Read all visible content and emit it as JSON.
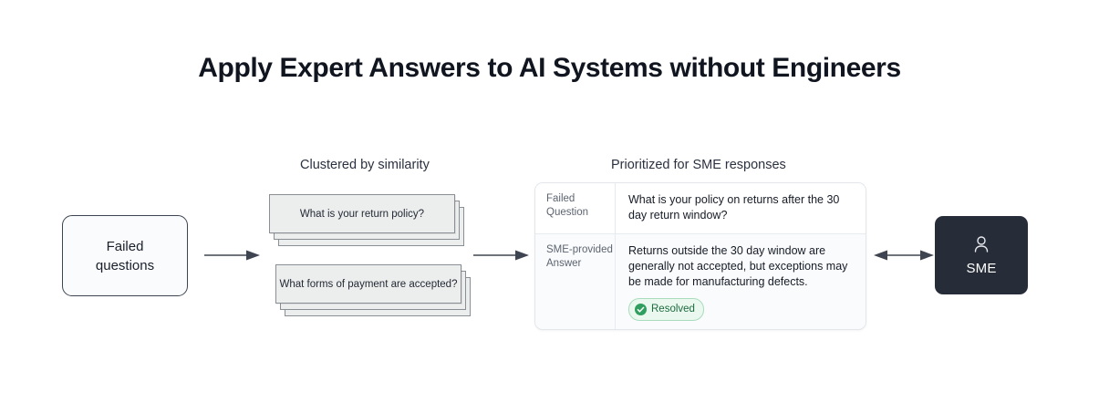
{
  "title": "Apply Expert Answers to AI Systems without Engineers",
  "colors": {
    "accent_dark": "#262c38",
    "badge_green": "#1d6b3e",
    "badge_bg": "#eaf8ef",
    "arrow": "#3f4550"
  },
  "flow": {
    "source": {
      "label": "Failed\nquestions",
      "line1": "Failed",
      "line2": "questions"
    },
    "cluster": {
      "caption": "Clustered by similarity",
      "stacks": [
        {
          "label": "What is your return policy?"
        },
        {
          "label": "What forms of payment are accepted?"
        }
      ]
    },
    "panel": {
      "caption": "Prioritized for SME responses",
      "rows": [
        {
          "key": "Failed\nQuestion",
          "key_line1": "Failed",
          "key_line2": "Question",
          "value": "What is your policy on returns after the 30 day return window?"
        },
        {
          "key": "SME-provided\nAnswer",
          "key_line1": "SME-provided",
          "key_line2": "Answer",
          "value": "Returns outside the 30 day window are generally not accepted, but exceptions may be made for manufacturing defects.",
          "badge": "Resolved"
        }
      ]
    },
    "expert": {
      "label": "SME",
      "icon": "user-icon"
    },
    "arrows": [
      {
        "name": "arrow-source-to-cluster",
        "direction": "right"
      },
      {
        "name": "arrow-cluster-to-panel",
        "direction": "right"
      },
      {
        "name": "arrow-panel-to-sme",
        "direction": "both"
      }
    ]
  }
}
